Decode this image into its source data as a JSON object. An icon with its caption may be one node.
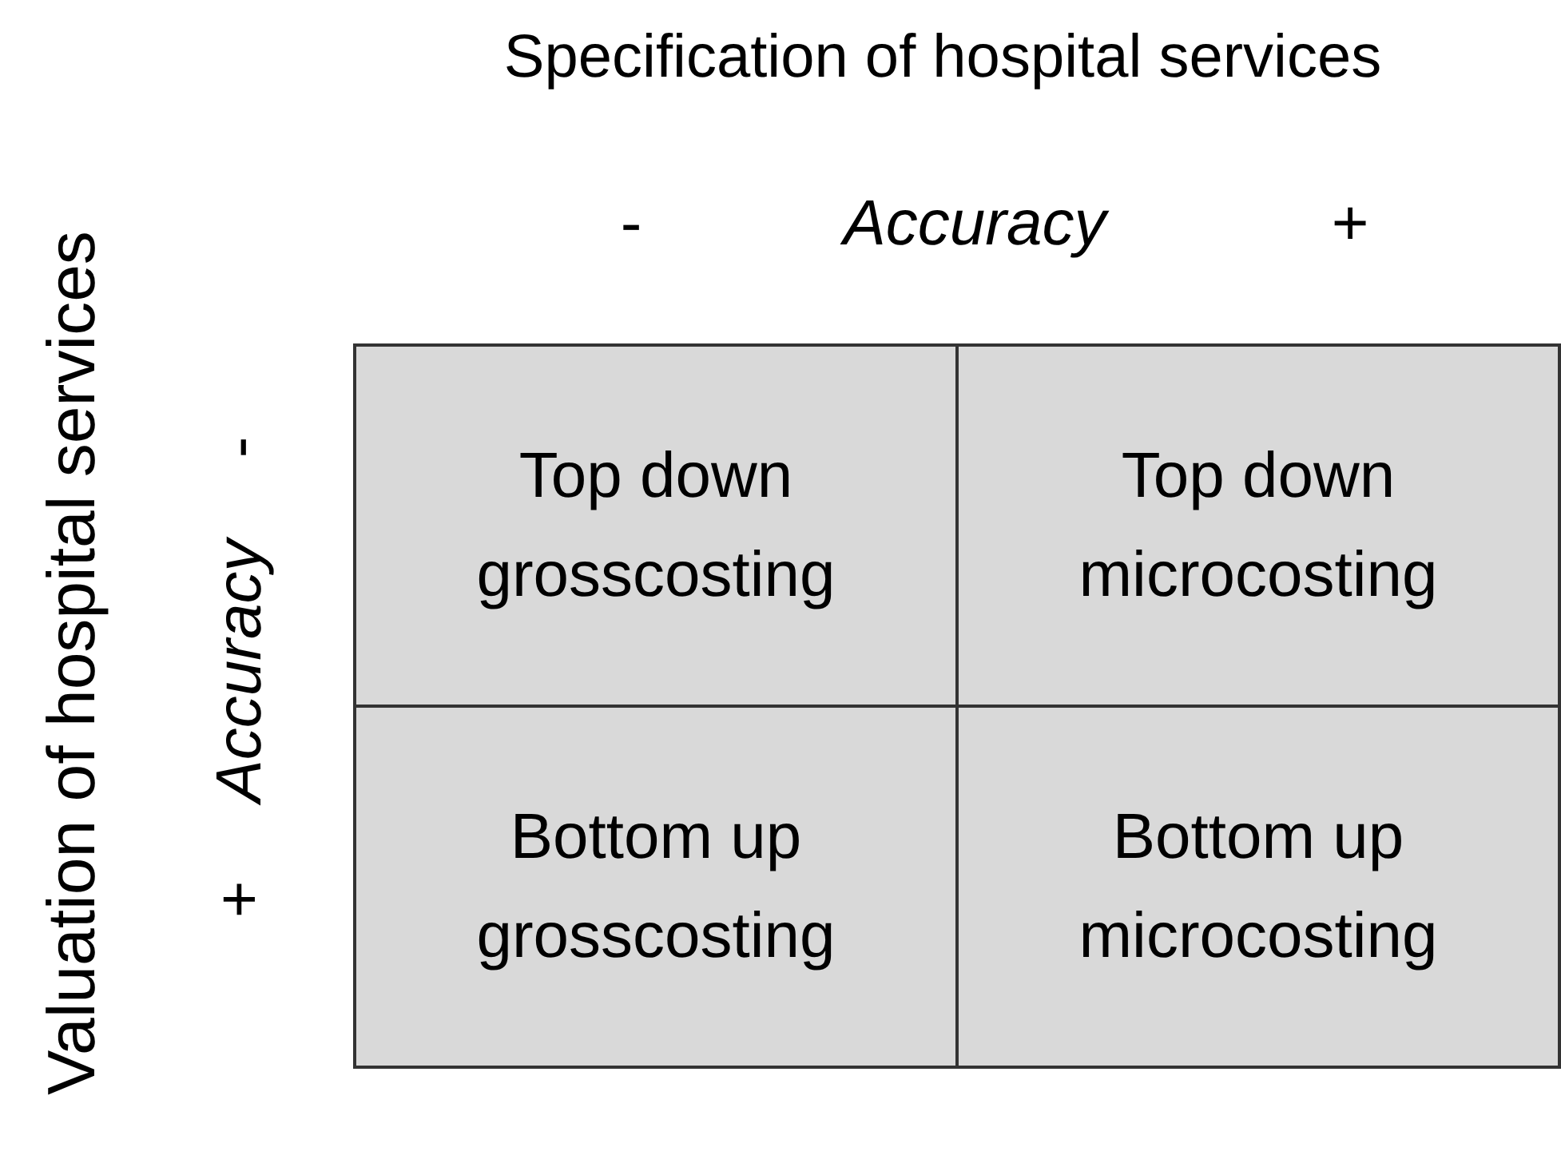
{
  "diagram": {
    "title": "Specification of hospital services",
    "nodes": [
      {
        "text": [
          "Top down grosscosting"
        ]
      },
      {
        "text": [
          "Top down microcosting"
        ]
      },
      {
        "text": [
          "Bottom up grosscosting"
        ]
      },
      {
        "text": [
          "Bottom up microcosting"
        ]
      }
    ],
    "labels": [
      "-",
      "Accuracy",
      "+",
      "Valuation of hospital services",
      "+",
      "Accuracy",
      "-"
    ]
  }
}
